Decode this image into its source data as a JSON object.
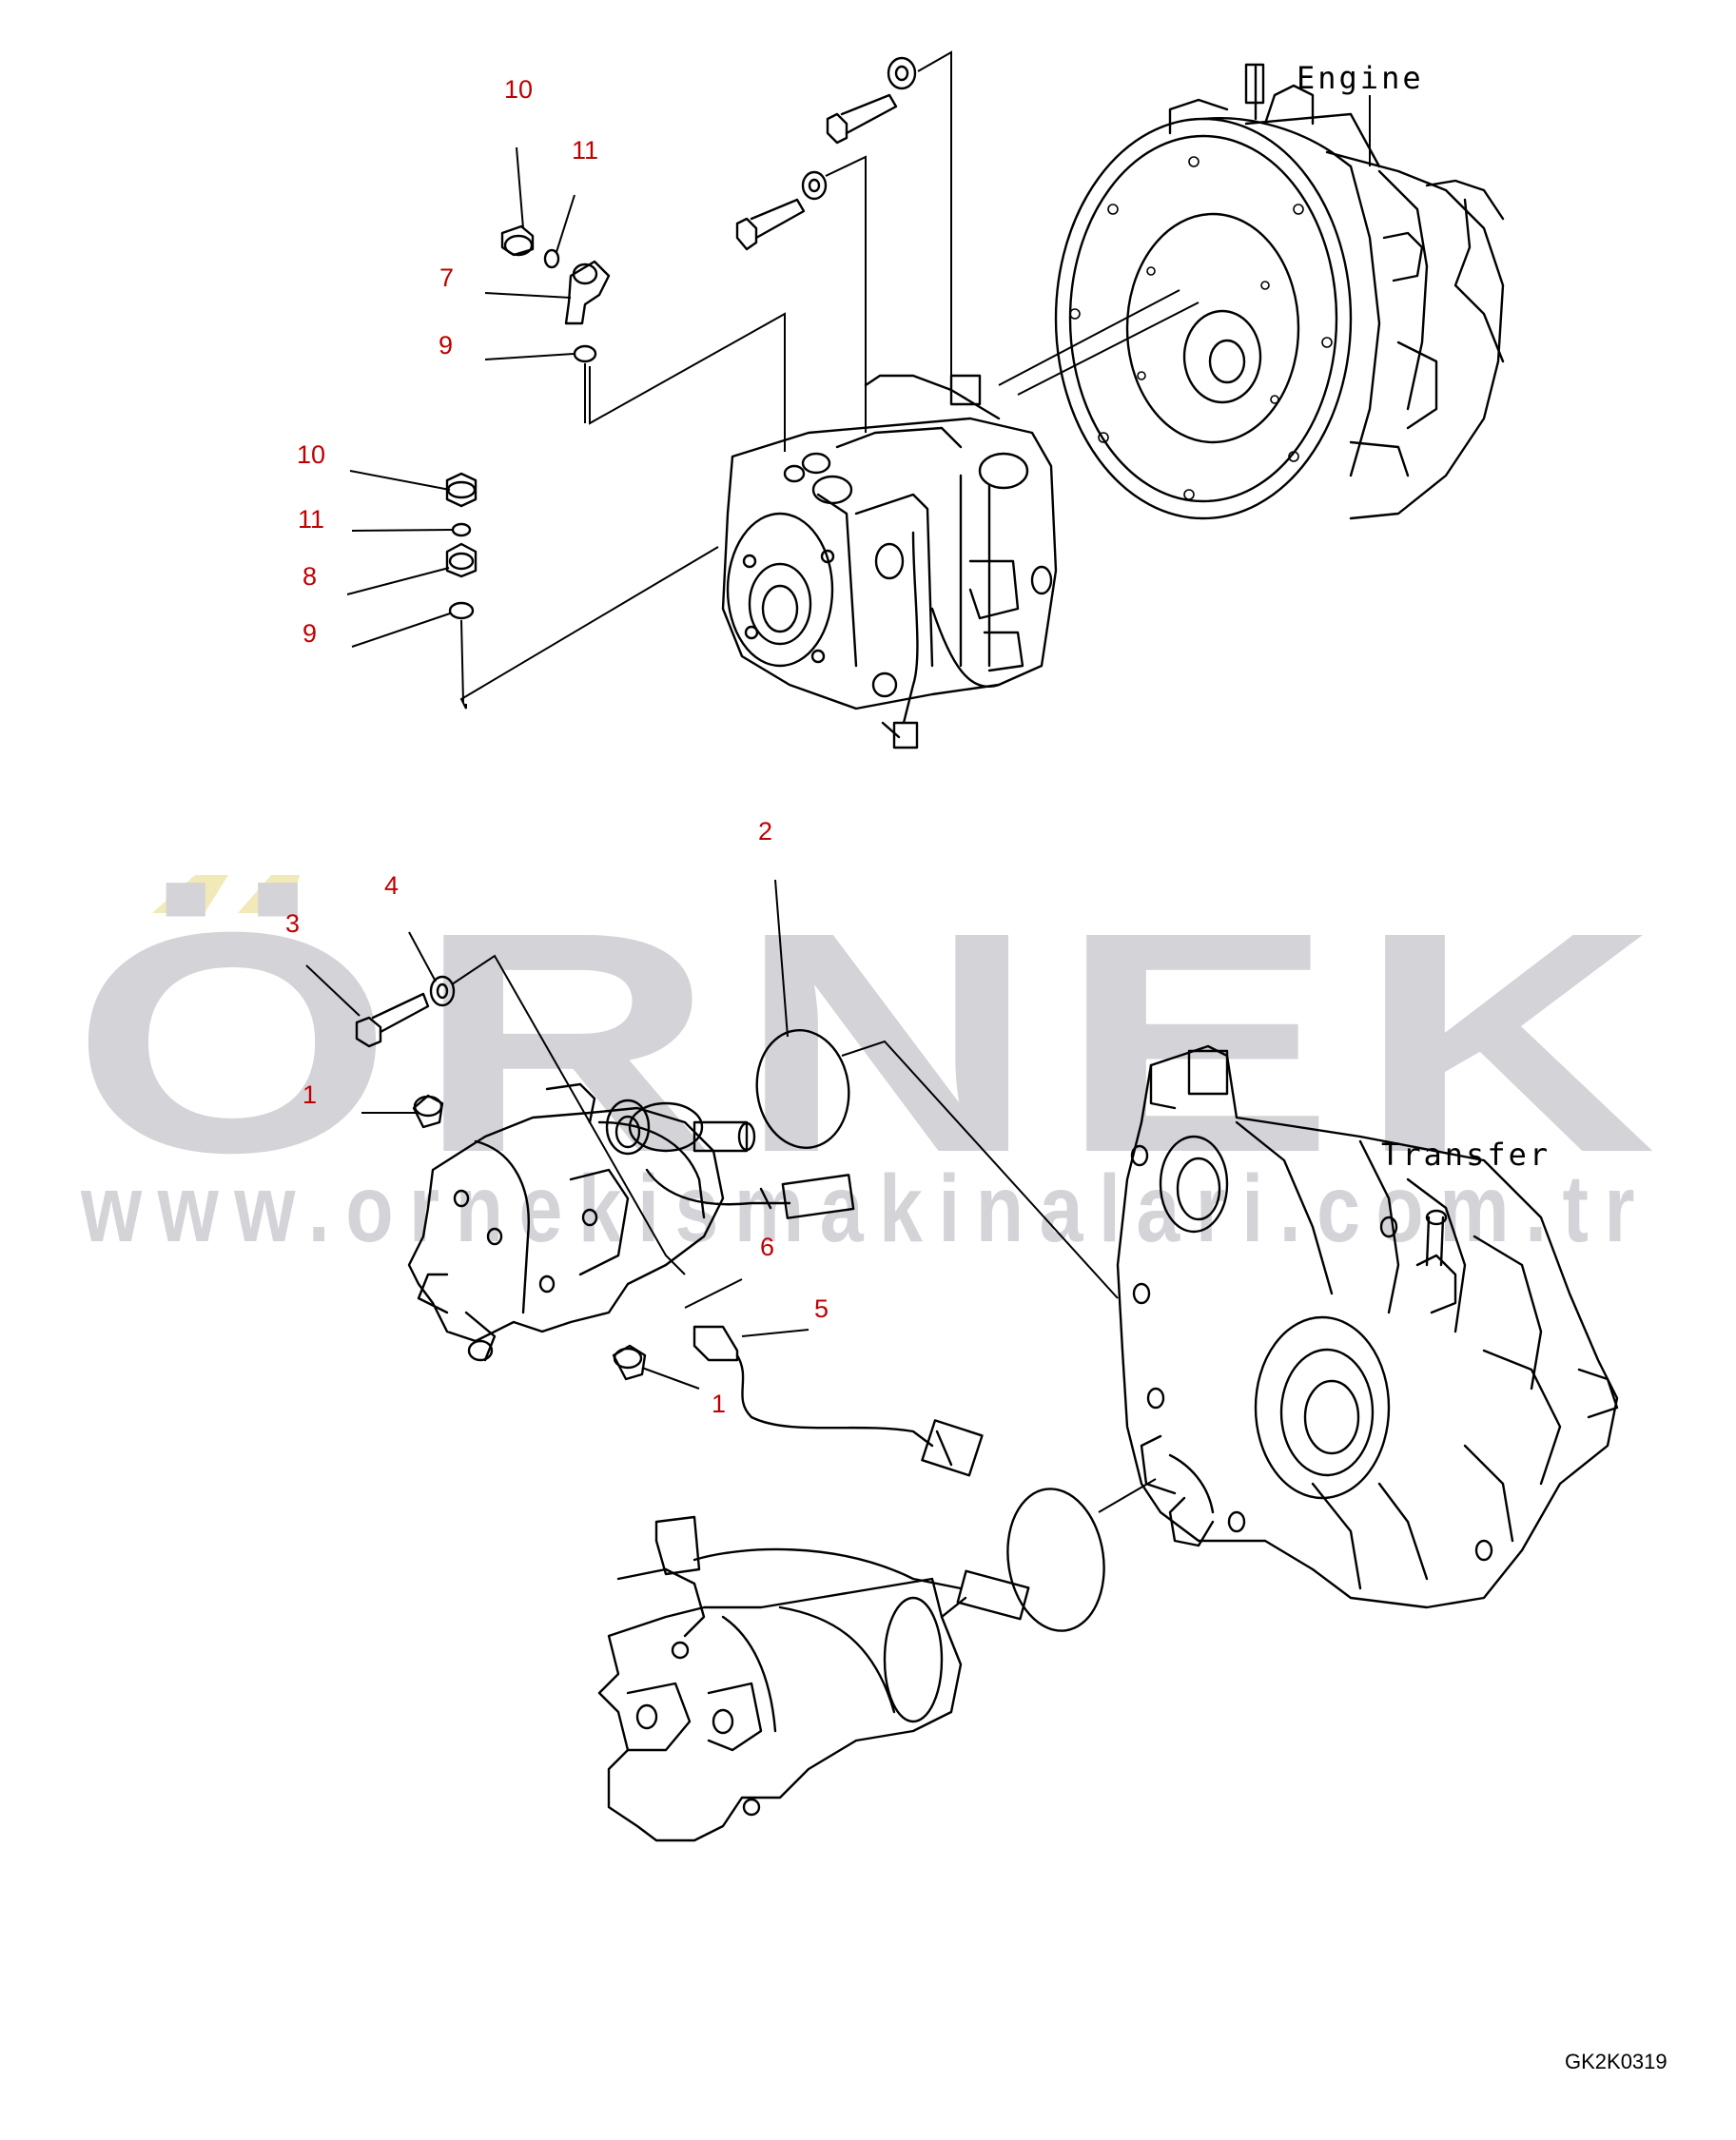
{
  "labels": {
    "engine": "Engine",
    "transfer": "Transfer",
    "figure_code": "GK2K0319"
  },
  "watermark": {
    "brand": "ÖRNEK",
    "url": "www.ornekismakinalari.com.tr"
  },
  "callouts": [
    "10",
    "11",
    "7",
    "9",
    "10",
    "11",
    "8",
    "9",
    "2",
    "4",
    "3",
    "1",
    "6",
    "5",
    "1"
  ],
  "colors": {
    "callout": "#c00000",
    "line": "#000000",
    "watermark": "#d4d3d8",
    "watermark_accent": "#f2e9b8"
  }
}
